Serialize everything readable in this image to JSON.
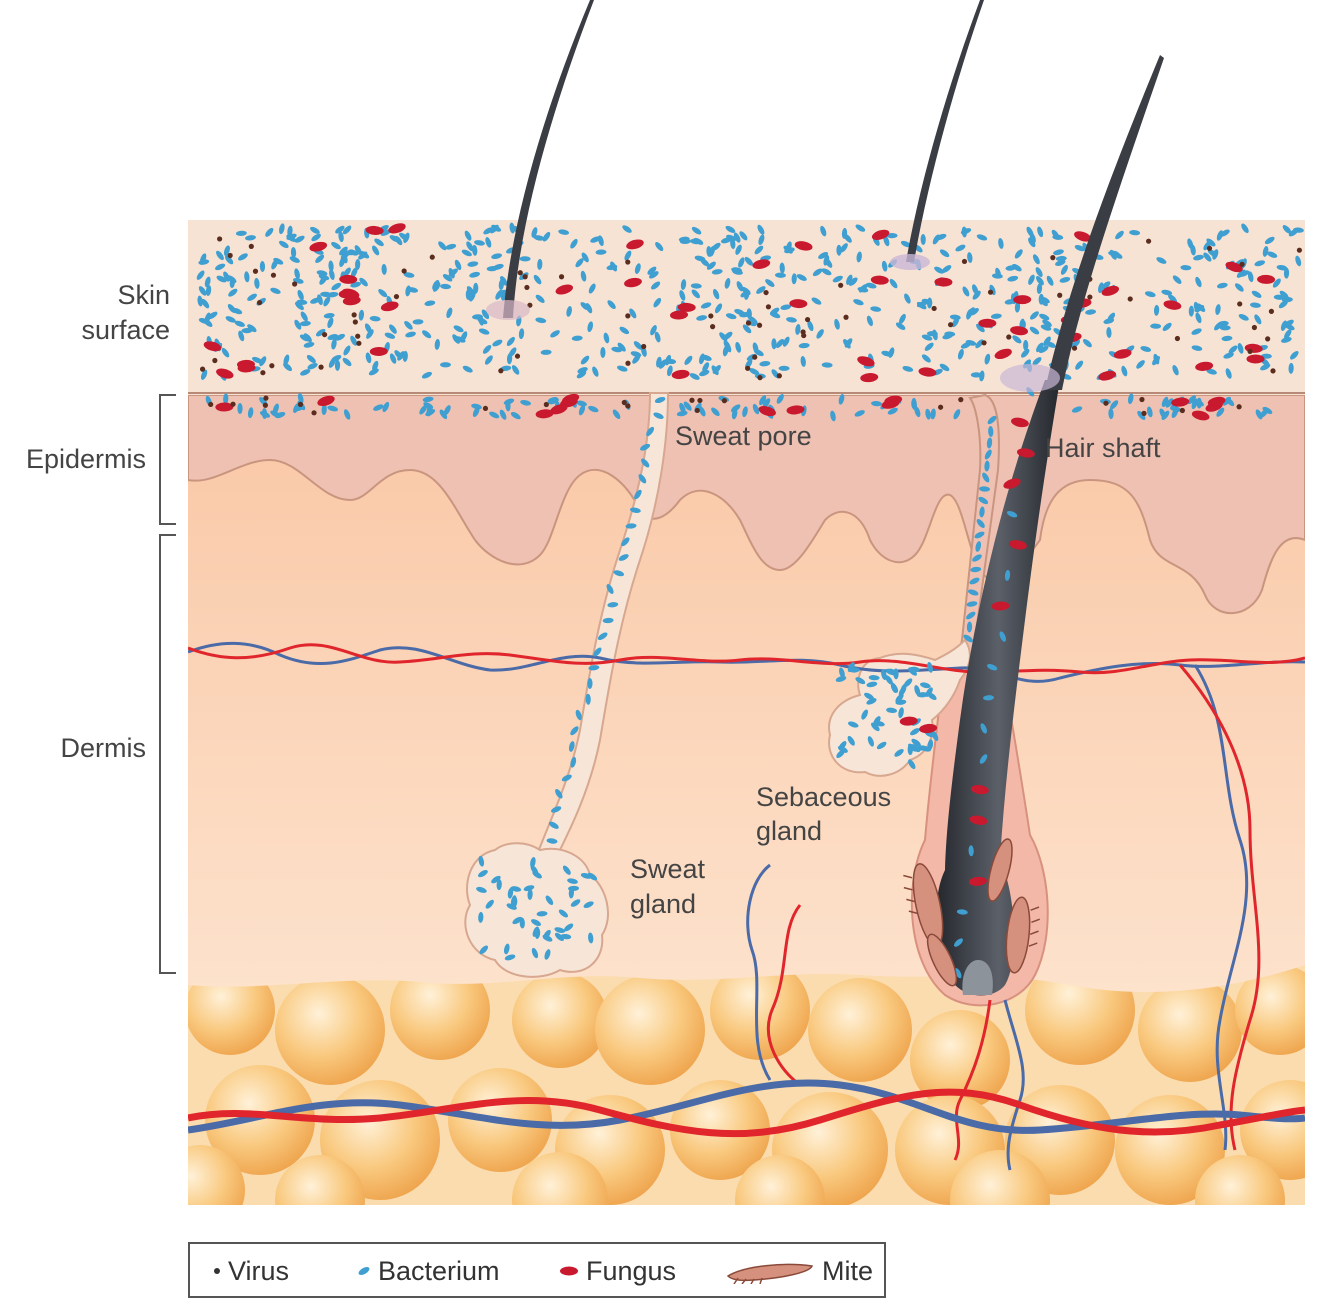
{
  "labels": {
    "skin_surface_line1": "Skin",
    "skin_surface_line2": "surface",
    "epidermis": "Epidermis",
    "dermis": "Dermis",
    "sweat_pore": "Sweat pore",
    "hair_shaft": "Hair shaft",
    "sebaceous_gland_line1": "Sebaceous",
    "sebaceous_gland_line2": "gland",
    "sweat_gland_line1": "Sweat",
    "sweat_gland_line2": "gland"
  },
  "legend": {
    "virus": "Virus",
    "bacterium": "Bacterium",
    "fungus": "Fungus",
    "mite": "Mite"
  },
  "colors": {
    "virus": "#5a2d1e",
    "bacterium": "#3f9fd1",
    "fungus": "#c8192f",
    "mite": "#d6907e",
    "artery": "#e0262c",
    "vein": "#4a6aa8",
    "hair": "#3a3d44",
    "surface": "#f6e3d6",
    "epidermis": "#eec1b1",
    "dermis": "#fbd3b6",
    "fat": "#f6b766"
  }
}
